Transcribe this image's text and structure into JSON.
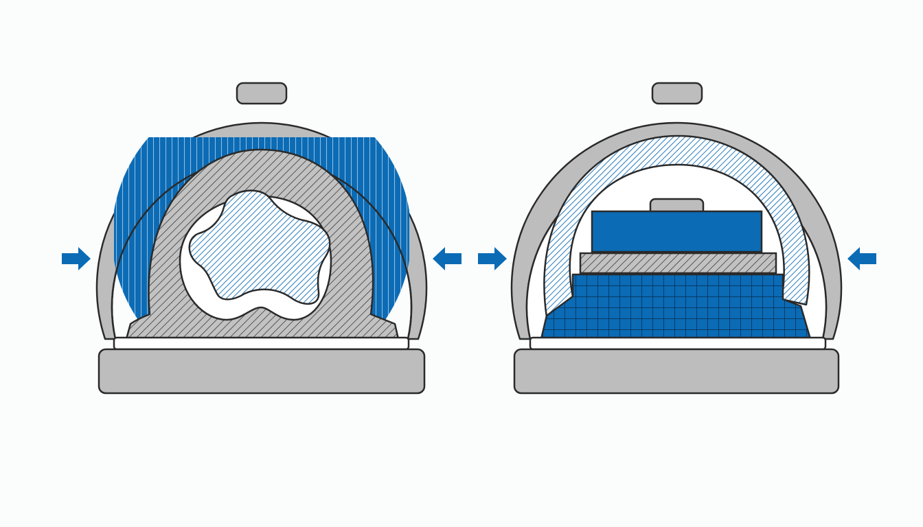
{
  "colors": {
    "background": "#fbfcfc",
    "shell": "#bdbdbd",
    "outline": "#2a2a2a",
    "blue": "#0b6bb5",
    "hatch_gray_fill": "#c2c2c2",
    "hatch_gray_line": "#555555",
    "hatch_blue_fill": "#ffffff",
    "hatch_blue_line": "#0b6bb5",
    "white": "#ffffff"
  },
  "diagrams": [
    {
      "id": "left",
      "parts": [
        "shell",
        "cap",
        "base",
        "vertical-striped-blue-layer",
        "gray-hatched-ring",
        "blue-hatched-irregular-core"
      ],
      "arrows": [
        "left-pointing-right",
        "right-pointing-left"
      ]
    },
    {
      "id": "right",
      "parts": [
        "shell",
        "cap",
        "base",
        "blue-hatched-arch",
        "blue-block",
        "gray-hatched-plate",
        "blue-grid-bed"
      ],
      "arrows": [
        "left-pointing-right",
        "right-pointing-left"
      ]
    }
  ]
}
